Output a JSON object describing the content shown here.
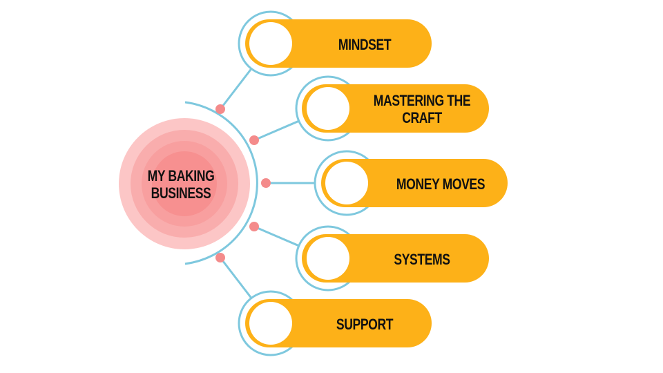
{
  "center": {
    "line1": "MY BAKING",
    "line2": "BUSINESS"
  },
  "items": [
    {
      "line1": "MINDSET",
      "line2": ""
    },
    {
      "line1": "MASTERING THE",
      "line2": "CRAFT"
    },
    {
      "line1": "MONEY MOVES",
      "line2": ""
    },
    {
      "line1": "SYSTEMS",
      "line2": ""
    },
    {
      "line1": "SUPPORT",
      "line2": ""
    }
  ],
  "colors": {
    "accent": "#fdb118",
    "ring": "#7ec8de",
    "dot": "#f48b8b",
    "core": [
      "#fcc6c6",
      "#f9adad",
      "#f89f9f",
      "#f79090"
    ]
  }
}
